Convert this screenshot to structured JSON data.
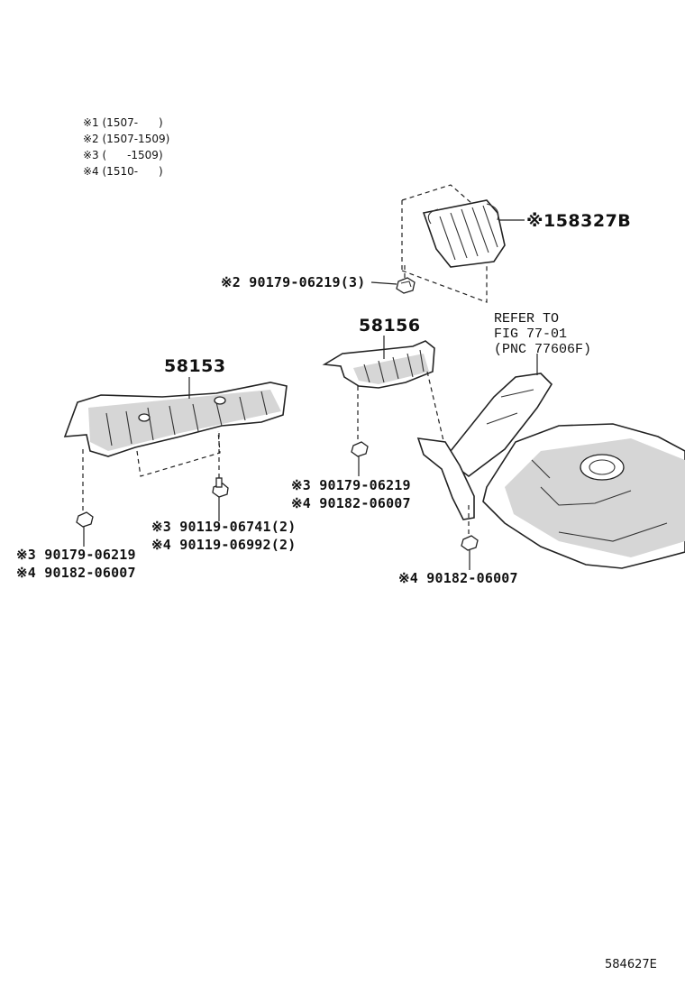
{
  "legend": [
    "※1 (1507-      )",
    "※2 (1507-1509)",
    "※3 (      -1509)",
    "※4 (1510-      )"
  ],
  "labels": {
    "p58327B": "※158327B",
    "nut_top": "※2 90179-06219(3)",
    "p58156": "58156",
    "p58153": "58153",
    "refer": "REFER TO\nFIG 77-01\n(PNC 77606F)",
    "mid_3": "※3 90179-06219",
    "mid_4": "※4 90182-06007",
    "bolt_3": "※3 90119-06741(2)",
    "bolt_4": "※4 90119-06992(2)",
    "left_3": "※3 90179-06219",
    "left_4": "※4 90182-06007",
    "right_4": "※4 90182-06007"
  },
  "figure_id": "584627E"
}
